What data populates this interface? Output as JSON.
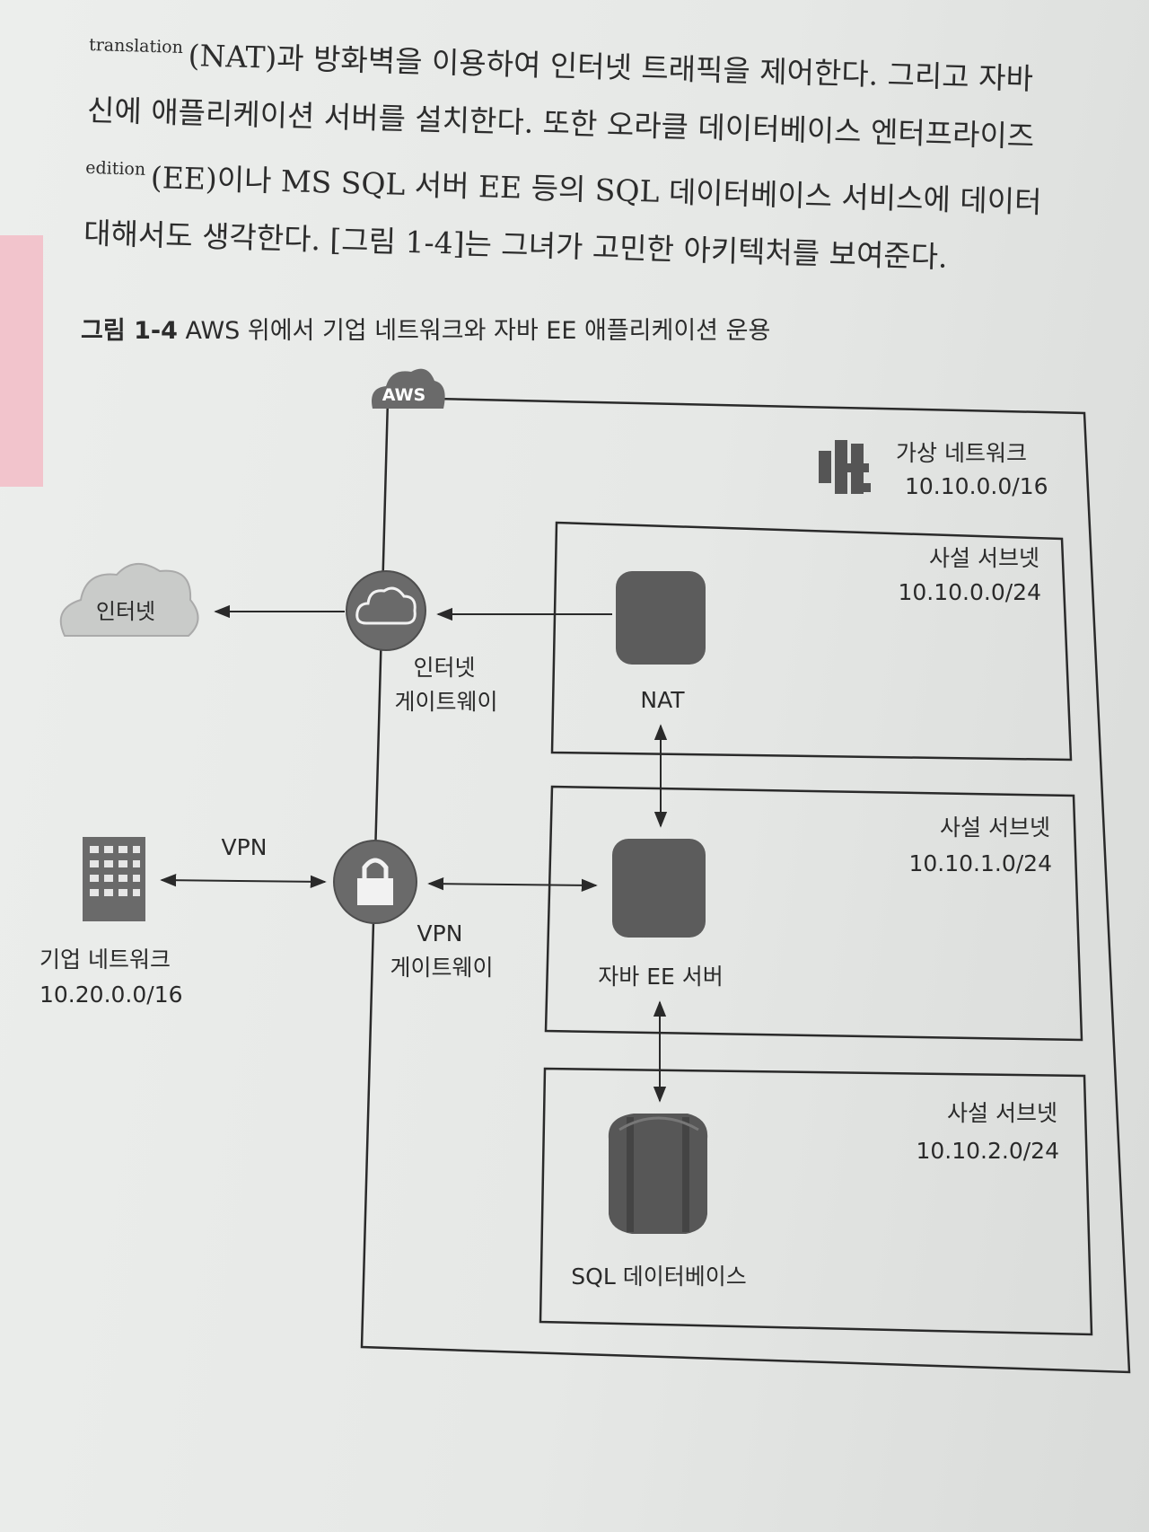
{
  "body_text": {
    "line1_sup": "translation",
    "line1": "(NAT)과 방화벽을 이용하여 인터넷 트래픽을 제어한다. 그리고 자바",
    "line2": "신에 애플리케이션 서버를 설치한다. 또한 오라클 데이터베이스 엔터프라이즈",
    "line3_sup": "edition",
    "line3": "(EE)이나 MS SQL 서버 EE 등의 SQL 데이터베이스 서비스에 데이터",
    "line4": "대해서도 생각한다. [그림 1-4]는 그녀가 고민한 아키텍처를 보여준다."
  },
  "figure": {
    "number": "그림 1-4",
    "title": "AWS 위에서 기업 네트워크와 자바 EE 애플리케이션 운용"
  },
  "diagram": {
    "aws_badge": "AWS",
    "vpc": {
      "label": "가상 네트워크",
      "cidr": "10.10.0.0/16"
    },
    "internet": "인터넷",
    "internet_gateway": {
      "line1": "인터넷",
      "line2": "게이트웨이"
    },
    "vpn_label": "VPN",
    "vpn_gateway": {
      "line1": "VPN",
      "line2": "게이트웨이"
    },
    "corporate": {
      "label": "기업 네트워크",
      "cidr": "10.20.0.0/16"
    },
    "subnets": [
      {
        "label": "사설 서브넷",
        "cidr": "10.10.0.0/24",
        "node": "NAT"
      },
      {
        "label": "사설 서브넷",
        "cidr": "10.10.1.0/24",
        "node": "자바 EE 서버"
      },
      {
        "label": "사설 서브넷",
        "cidr": "10.10.2.0/24",
        "node": "SQL 데이터베이스"
      }
    ]
  },
  "colors": {
    "node_fill": "#5c5c5c",
    "line": "#2a2a2a",
    "accent_pink": "#f2c4cc"
  }
}
